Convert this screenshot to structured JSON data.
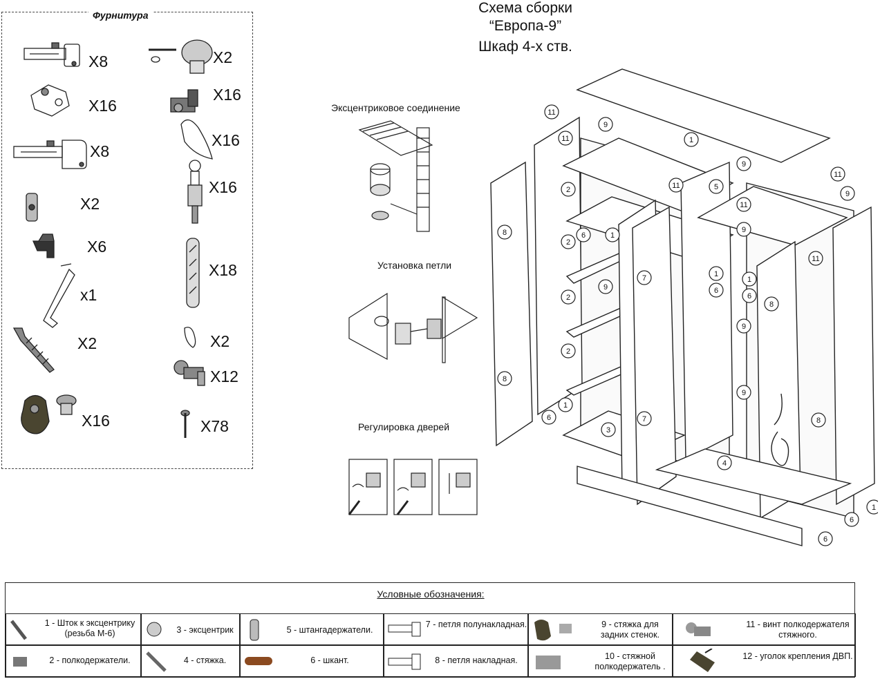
{
  "hardware": {
    "title": "Фурнитура",
    "items": [
      {
        "icon": "hinge-half-overlay-icon",
        "qty": "X8"
      },
      {
        "icon": "knob-screw-icon",
        "qty": "X2"
      },
      {
        "icon": "hinge-mount-plate-icon",
        "qty": "X16"
      },
      {
        "icon": "shelf-holder-icon",
        "qty": "X16"
      },
      {
        "icon": "hinge-overlay-icon",
        "qty": "X8"
      },
      {
        "icon": "cap-plug-icon",
        "qty": "X16"
      },
      {
        "icon": "rail-holder-icon",
        "qty": "X2"
      },
      {
        "icon": "cam-rod-icon",
        "qty": "X16"
      },
      {
        "icon": "back-panel-fixer-icon",
        "qty": "X6"
      },
      {
        "icon": "dowel-icon",
        "qty": "X18"
      },
      {
        "icon": "hex-key-icon",
        "qty": "x1"
      },
      {
        "icon": "confirmat-screw-icon",
        "qty": "X2"
      },
      {
        "icon": "round-plug-icon",
        "qty": "X2"
      },
      {
        "icon": "shelf-holder-screw-icon",
        "qty": "X12"
      },
      {
        "icon": "cam-fitting-icon",
        "qty": "X16"
      },
      {
        "icon": "wood-screw-icon",
        "qty": "X78"
      }
    ]
  },
  "header": {
    "line1": "Схема сборки",
    "line2": "“Европа-9”",
    "line3": "Шкаф 4-х ств."
  },
  "sections": {
    "eccentric": "Эксцентриковое соединение",
    "hinge_install": "Установка петли",
    "door_adjust": "Регулировка дверей"
  },
  "callouts": [
    "1",
    "2",
    "3",
    "4",
    "5",
    "6",
    "7",
    "8",
    "9",
    "11"
  ],
  "legend": {
    "title": "Условные обозначения:",
    "items": [
      {
        "text": "1 - Шток к эксцентрику (резьба М-6)",
        "icon": "cam-rod-icon"
      },
      {
        "text": "2 - полкодержатели.",
        "icon": "shelf-holder-icon"
      },
      {
        "text": "3 - эксцентрик",
        "icon": "cam-icon"
      },
      {
        "text": "4 - стяжка.",
        "icon": "confirmat-screw-icon"
      },
      {
        "text": "5 - штангадержатели.",
        "icon": "rail-holder-icon"
      },
      {
        "text": "6 - шкант.",
        "icon": "dowel-icon"
      },
      {
        "text": "7 - петля полунакладная.",
        "icon": "hinge-half-overlay-icon"
      },
      {
        "text": "8 - петля накладная.",
        "icon": "hinge-overlay-icon"
      },
      {
        "text": "9 - стяжка для задних стенок.",
        "icon": "back-panel-fixer-icon"
      },
      {
        "text": "10 - стяжной полкодержатель .",
        "icon": "tie-shelf-holder-icon"
      },
      {
        "text": "11 - винт полкодержателя стяжного.",
        "icon": "shelf-holder-screw-icon"
      },
      {
        "text": "12 - уголок крепления ДВП.",
        "icon": "corner-bracket-icon"
      }
    ]
  }
}
